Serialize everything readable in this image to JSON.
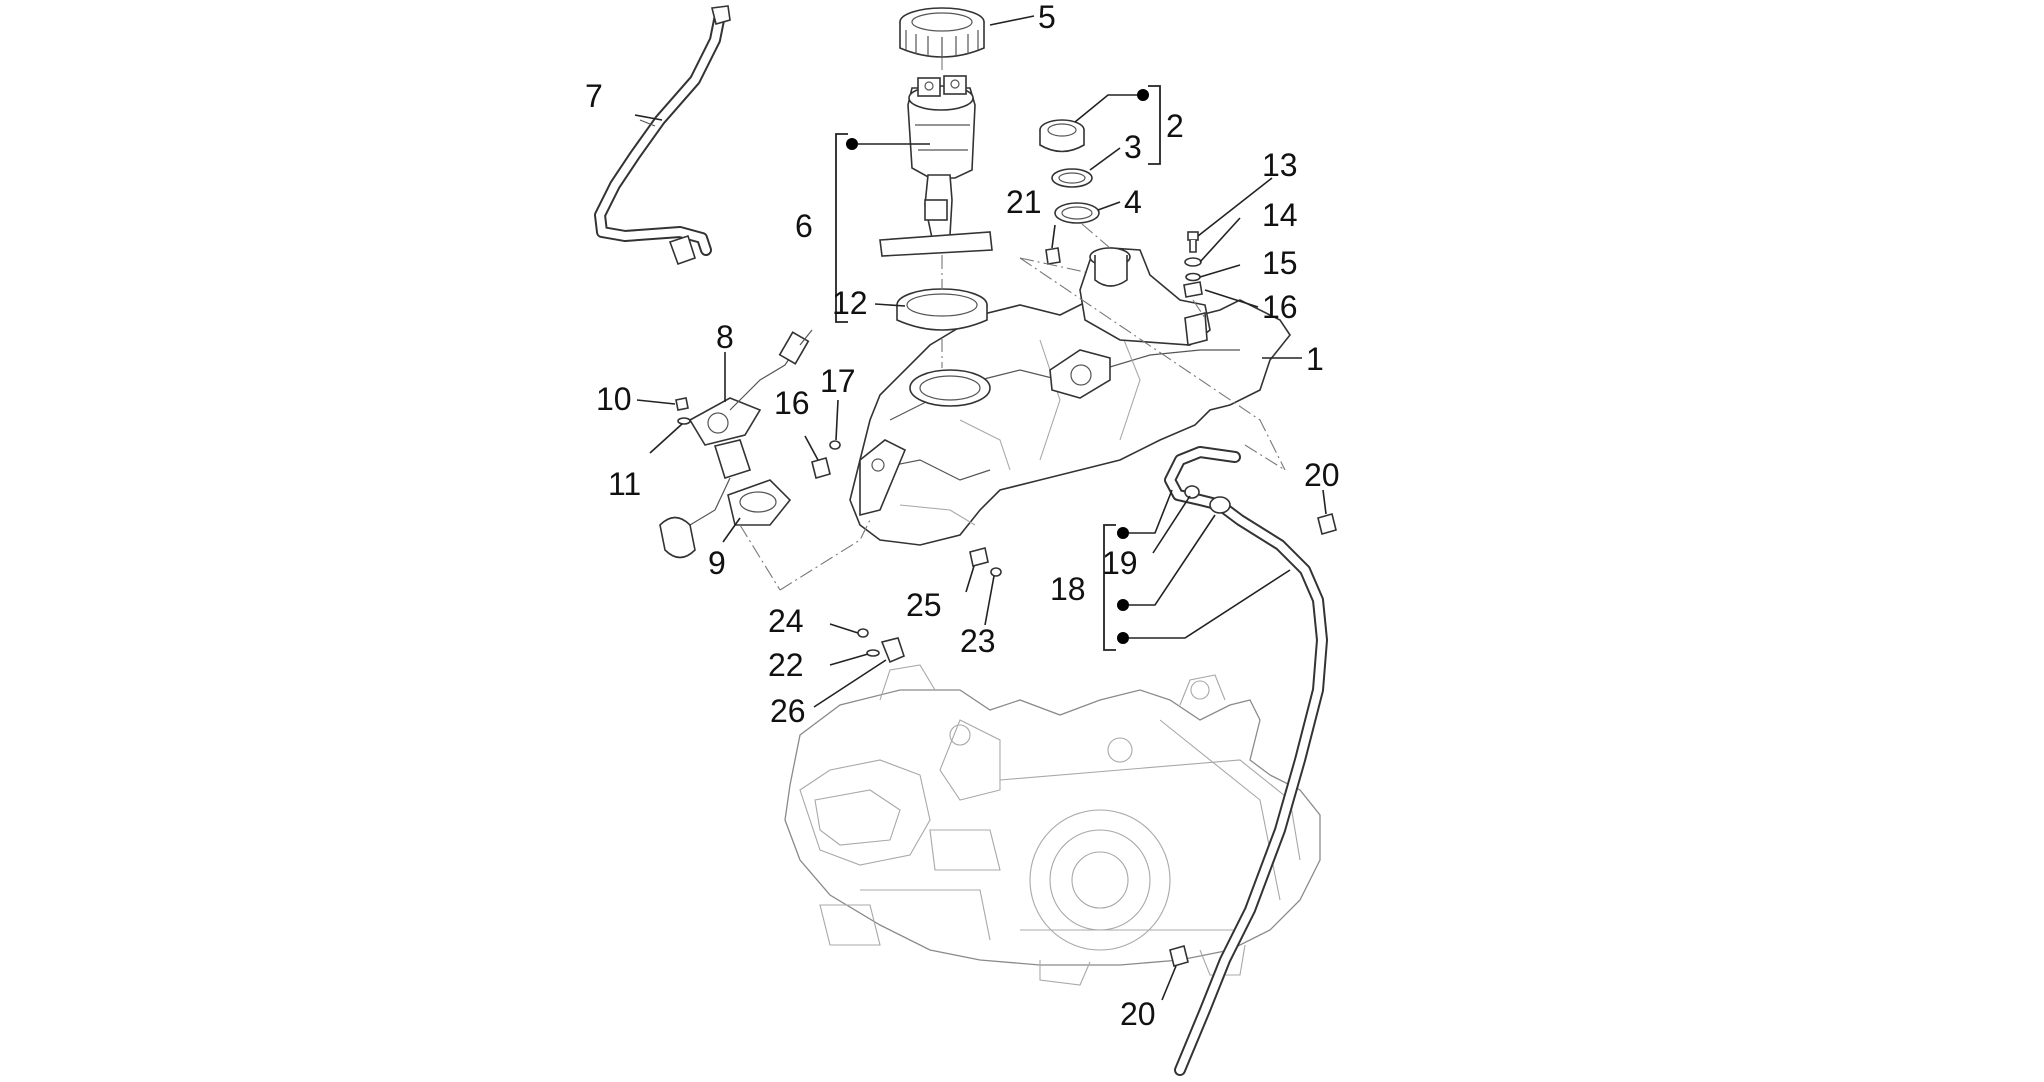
{
  "diagram": {
    "callouts": [
      "1",
      "2",
      "3",
      "4",
      "5",
      "6",
      "7",
      "8",
      "9",
      "10",
      "11",
      "12",
      "13",
      "14",
      "15",
      "16",
      "16",
      "17",
      "18",
      "19",
      "20",
      "20",
      "21",
      "22",
      "23",
      "24",
      "25",
      "26"
    ]
  }
}
